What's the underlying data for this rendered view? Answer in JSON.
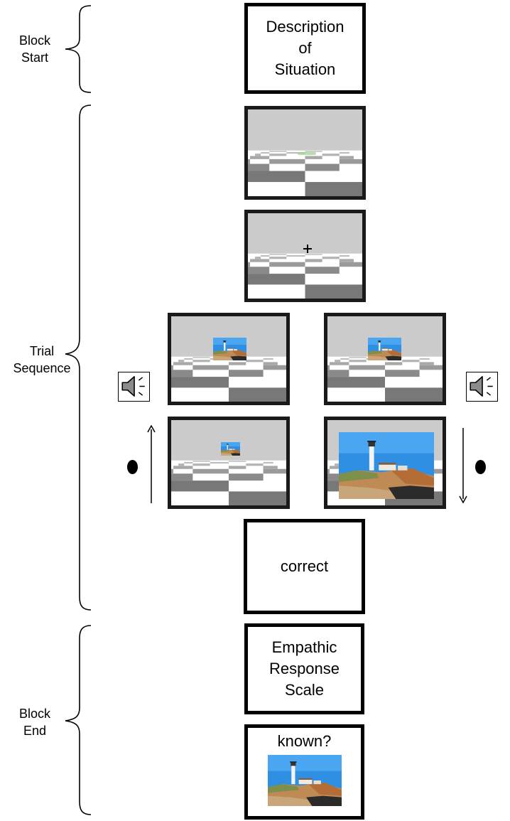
{
  "phases": {
    "block_start": "Block\nStart",
    "trial_sequence": "Trial\nSequence",
    "block_end": "Block\nEnd"
  },
  "boxes": {
    "description": "Description\nof\nSituation",
    "feedback": "correct",
    "empathic": "Empathic\nResponse\nScale",
    "known": "known?"
  },
  "icons": {
    "sound": "speaker-icon",
    "fixation": "fixation-cross-icon",
    "target": "lighthouse-photo",
    "response": "black-dot-icon"
  },
  "colors": {
    "sky": "#cbcbcb",
    "floor_dark": "#787878",
    "photo_sky": "#2f8fe3",
    "photo_ground": "#c08a55"
  }
}
